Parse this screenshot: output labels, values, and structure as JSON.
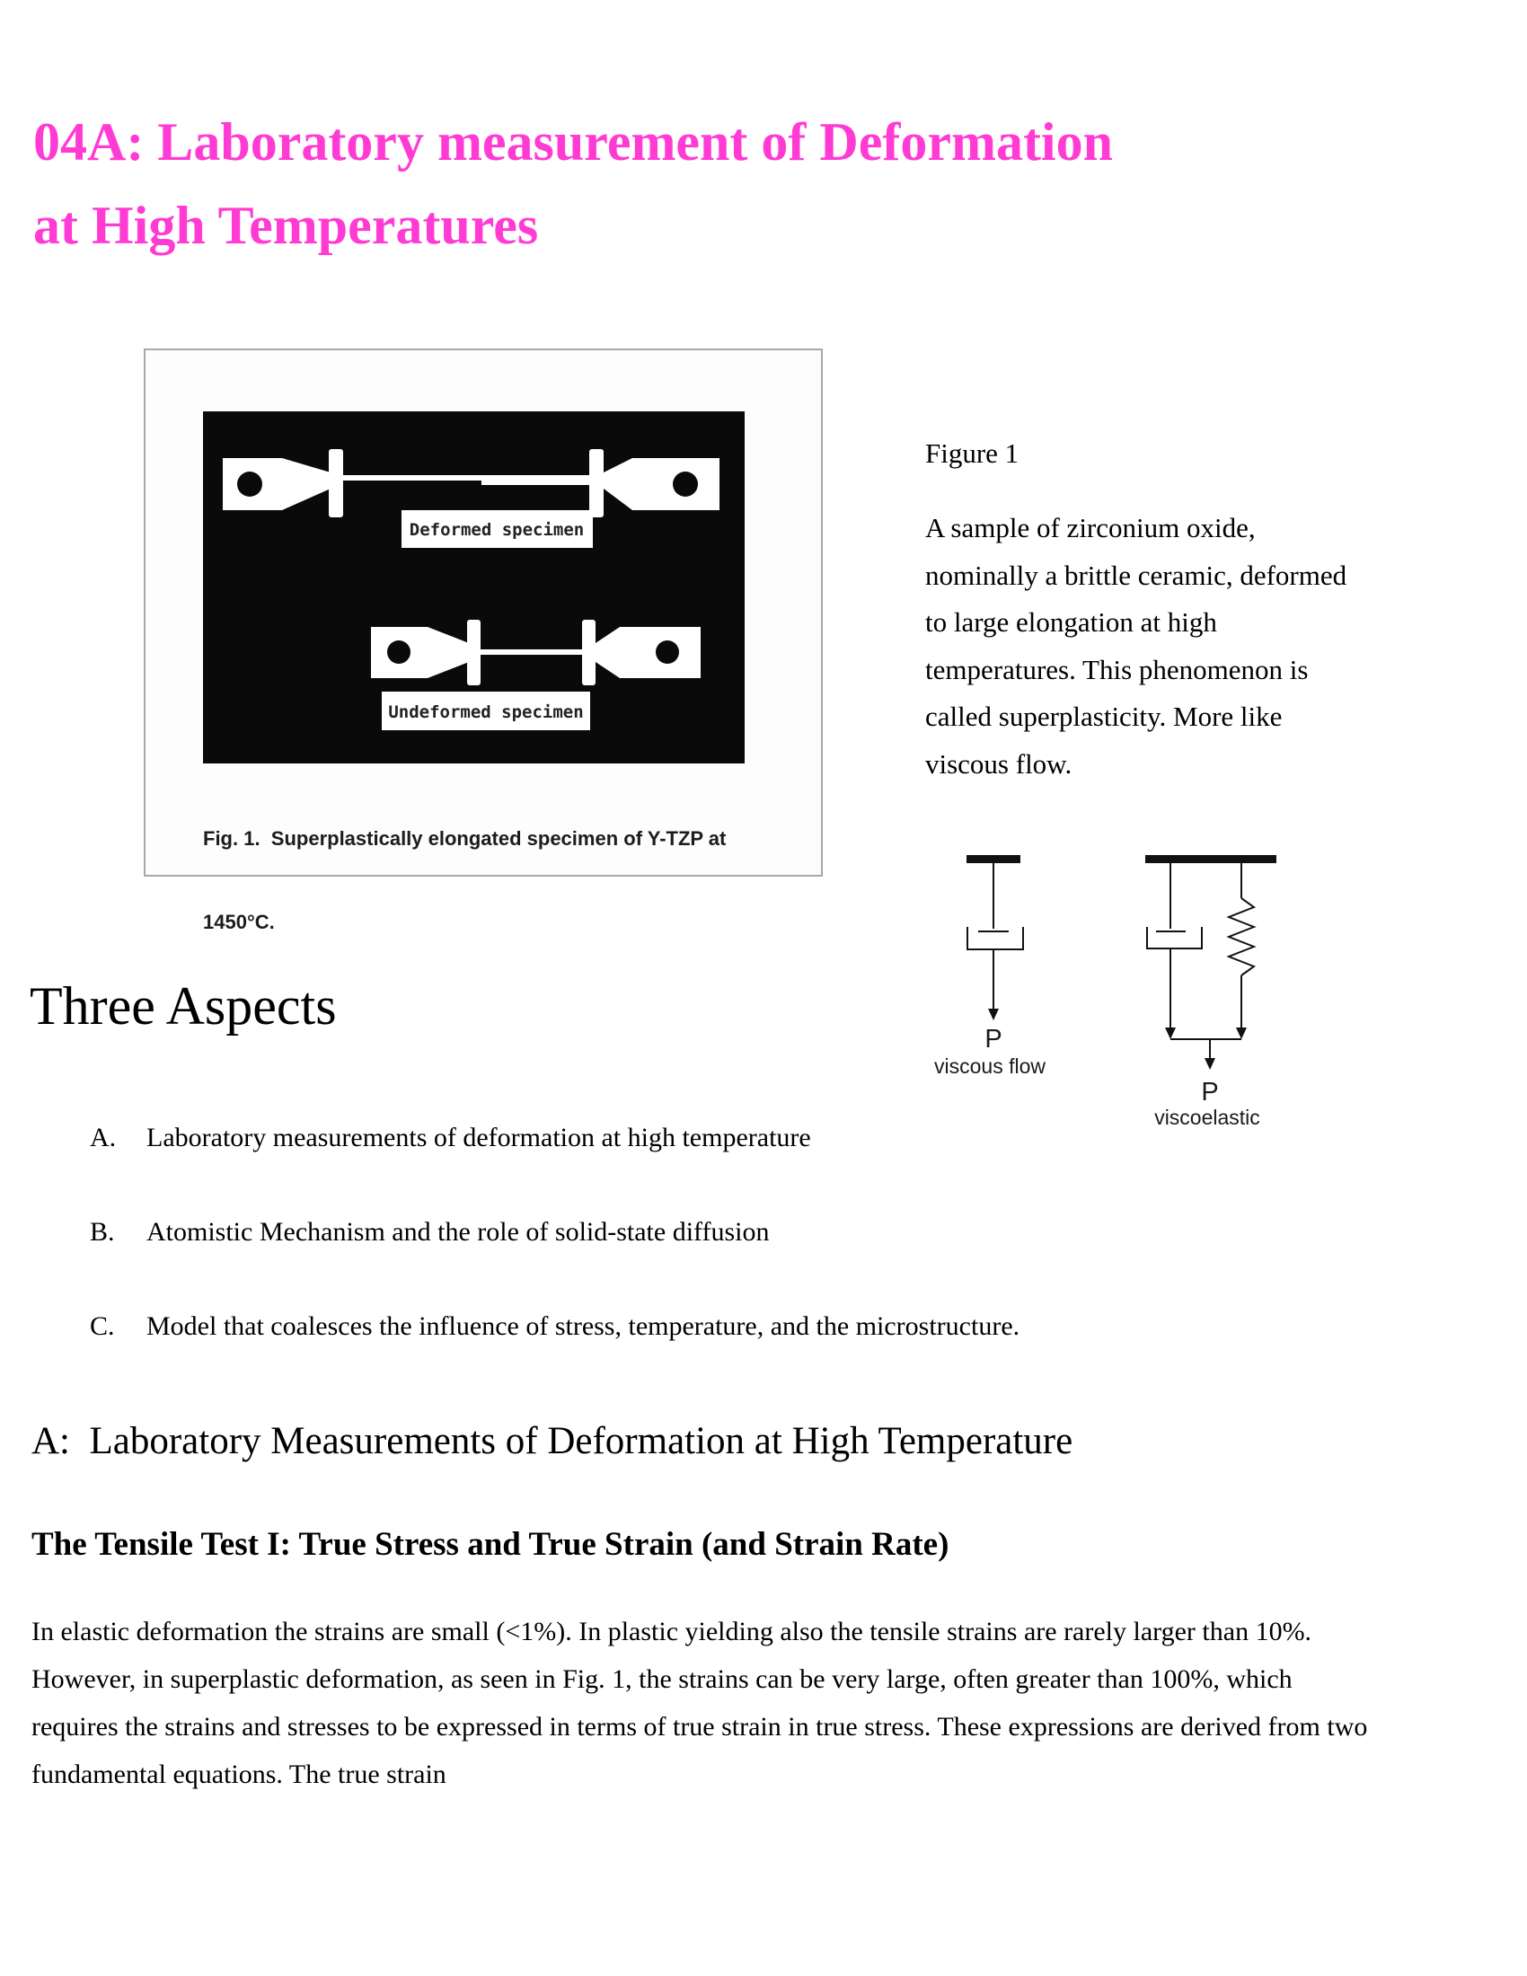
{
  "title": {
    "color": "#ff3bd4",
    "lines": [
      "04A: Laboratory measurement of Deformation",
      "at High Temperatures"
    ]
  },
  "figure_panel": {
    "photo_labels": {
      "deformed": "Deformed specimen",
      "undeformed": "Undeformed specimen"
    },
    "caption_lines": [
      "Fig. 1.  Superplastically elongated specimen of Y-TZP at",
      "1450°C."
    ]
  },
  "figure1_text": {
    "heading": "Figure 1",
    "lines": [
      "A sample of zirconium oxide,",
      "nominally a brittle ceramic, deformed",
      "to large elongation at high",
      "temperatures. This phenomenon is",
      "called superplasticity. More like",
      "viscous flow."
    ]
  },
  "diagrams": {
    "viscous": {
      "load_label": "P",
      "caption": "viscous flow"
    },
    "viscoelastic": {
      "load_label": "P",
      "caption": "viscoelastic"
    }
  },
  "sections": {
    "three_aspects_heading": "Three Aspects",
    "aspects": [
      {
        "marker": "A.",
        "text": "Laboratory measurements of deformation at high temperature"
      },
      {
        "marker": "B.",
        "text": "Atomistic Mechanism and the role of solid-state diffusion"
      },
      {
        "marker": "C.",
        "text": "Model that coalesces the influence of stress, temperature, and the microstructure."
      }
    ],
    "section_a_heading": "A:  Laboratory Measurements of Deformation at High Temperature",
    "tensile_heading": "The Tensile Test I: True Stress and True Strain (and Strain Rate)",
    "paragraph_lines": [
      "In elastic deformation the strains are small (<1%). In plastic yielding also the tensile strains are rarely larger than 10%.",
      "However, in superplastic deformation, as seen in Fig. 1, the strains can be very large, often greater than 100%, which",
      "requires the strains and stresses to be expressed in terms of true strain in true stress. These expressions are derived from two",
      "fundamental equations. The true strain"
    ]
  }
}
